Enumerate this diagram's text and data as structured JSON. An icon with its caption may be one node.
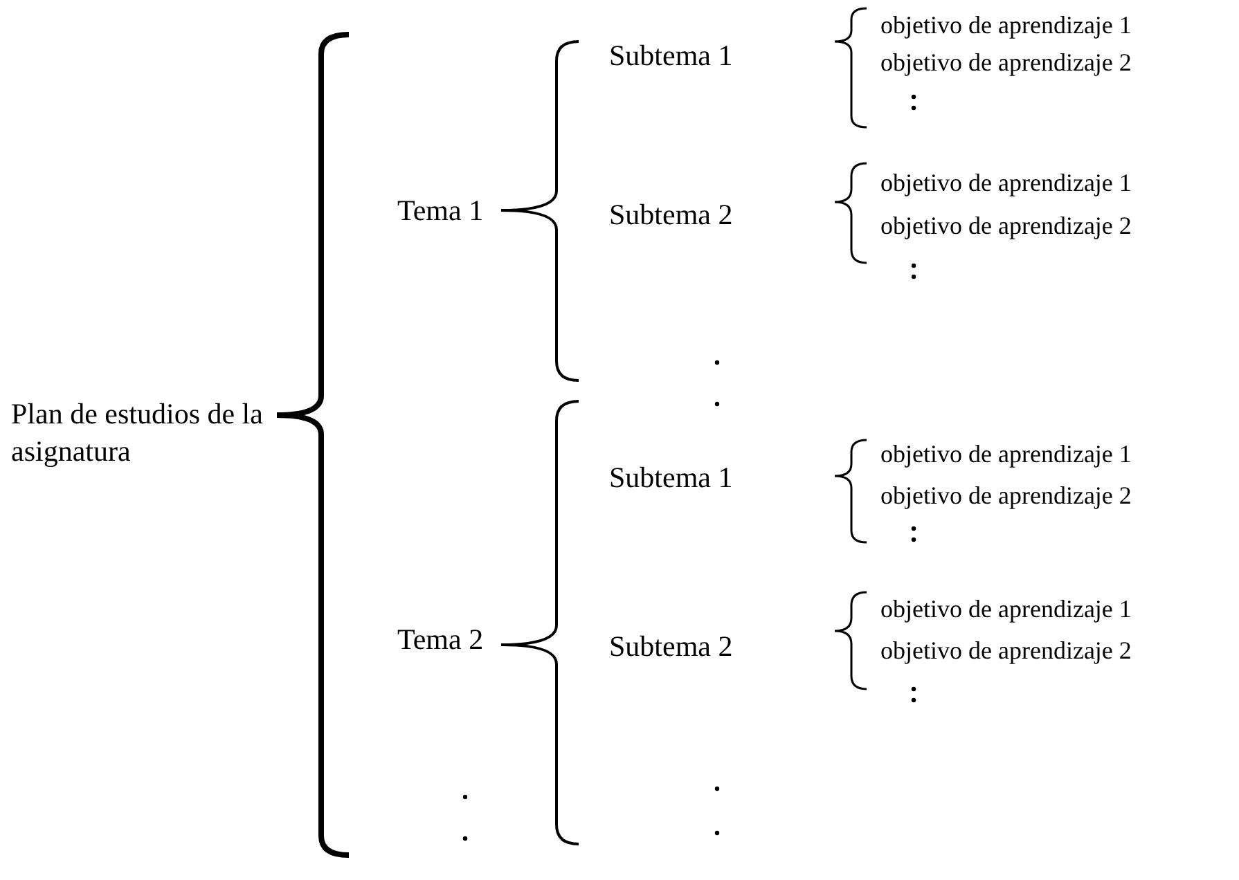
{
  "diagram": {
    "nodes": [
      {
        "text": [
          "Plan de estudios de la asignatura"
        ]
      },
      {
        "text": [
          "Tema 1"
        ]
      },
      {
        "text": [
          "Subtema 1"
        ]
      },
      {
        "text": [
          "objetivo de aprendizaje 1"
        ]
      },
      {
        "text": [
          "objetivo de aprendizaje 2"
        ]
      },
      {
        "text": [
          "Subtema 2"
        ]
      },
      {
        "text": [
          "objetivo de aprendizaje 1"
        ]
      },
      {
        "text": [
          "objetivo de aprendizaje 2"
        ]
      },
      {
        "text": [
          "Tema 2"
        ]
      },
      {
        "text": [
          "Subtema 1"
        ]
      },
      {
        "text": [
          "objetivo de aprendizaje 1"
        ]
      },
      {
        "text": [
          "objetivo de aprendizaje 2"
        ]
      },
      {
        "text": [
          "Subtema 2"
        ]
      },
      {
        "text": [
          "objetivo de aprendizaje 1"
        ]
      },
      {
        "text": [
          "objetivo de aprendizaje 2"
        ]
      }
    ]
  }
}
